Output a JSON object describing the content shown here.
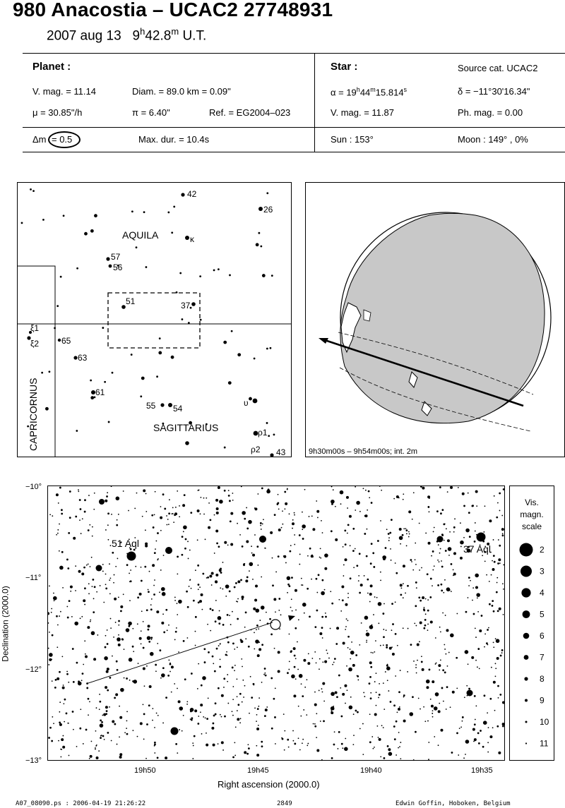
{
  "header": {
    "title": "980 Anacostia  –  UCAC2 27748931",
    "date": "2007 aug 13",
    "time_h": "9",
    "time_h_unit": "h",
    "time_m": "42.8",
    "time_m_unit": "m",
    "time_suffix": "U.T."
  },
  "planet": {
    "heading": "Planet :",
    "vmag": "V. mag. = 11.14",
    "diam": "Diam. = 89.0 km = 0.09\"",
    "mu": "μ = 30.85\"/h",
    "pi": "π = 6.40\"",
    "ref": "Ref. = EG2004–023",
    "dm_label": "Δm",
    "dm_value": "= 0.5",
    "maxdur": "Max. dur. = 10.4s"
  },
  "star": {
    "heading": "Star :",
    "source": "Source cat.  UCAC2",
    "alpha_prefix": "α = 19",
    "alpha_h": "h",
    "alpha_mid": "44",
    "alpha_m": "m",
    "alpha_s_val": "15.814",
    "alpha_s": "s",
    "delta": "δ = −11°30'16.34\"",
    "vmag": "V. mag. = 11.87",
    "phmag": "Ph. mag. =  0.00",
    "sun": "Sun : 153°",
    "moon": "Moon : 149° ,  0%"
  },
  "finder": {
    "constellations": [
      "AQUILA",
      "SAGITTARIUS",
      "CAPRICORNUS"
    ],
    "labels": [
      "42",
      "26",
      "κ",
      "57",
      "56",
      "51",
      "37",
      "ξ1",
      "ξ2",
      "65",
      "63",
      "61",
      "55",
      "54",
      "υ",
      "ρ1",
      "ρ2",
      "43"
    ]
  },
  "globe": {
    "caption": "9h30m00s –  9h54m00s; int.  2m"
  },
  "chart": {
    "dec_ticks": [
      "−10°",
      "−11°",
      "−12°",
      "−13°"
    ],
    "ra_ticks": [
      "19h50",
      "19h45",
      "19h40",
      "19h35"
    ],
    "xlabel": "Right ascension (2000.0)",
    "ylabel": "Declination (2000.0)",
    "star_labels": [
      "51 Aql",
      "37 Aql"
    ]
  },
  "scale": {
    "title_lines": [
      "Vis.",
      "magn.",
      "scale"
    ],
    "mags": [
      "2",
      "3",
      "4",
      "5",
      "6",
      "7",
      "8",
      "9",
      "10",
      "11"
    ]
  },
  "footer": {
    "left": "A07_08090.ps : 2006-04-19 21:26:22",
    "center": "2849",
    "right": "Edwin Goffin, Hoboken, Belgium"
  }
}
